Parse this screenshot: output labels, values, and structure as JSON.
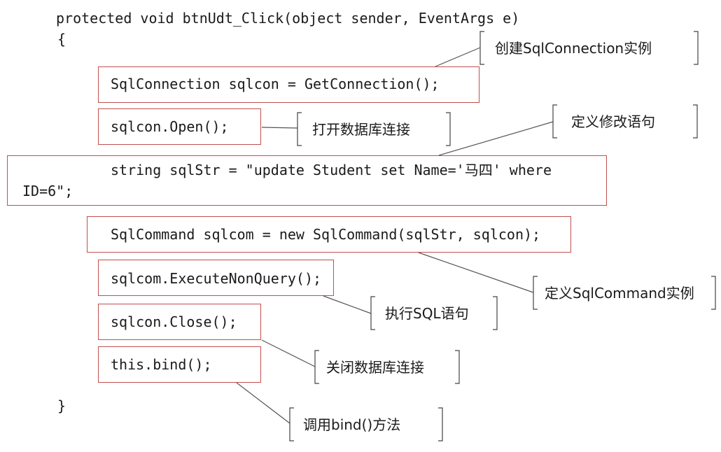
{
  "code": {
    "signature": "protected void btnUdt_Click(object sender, EventArgs e)",
    "open_brace": "{",
    "line_connection": "SqlConnection sqlcon = GetConnection();",
    "line_open": "sqlcon.Open();",
    "line_sqlstr_part1": "string sqlStr = \"update Student set Name='马四' where",
    "line_sqlstr_part2": "ID=6\";",
    "line_command": "SqlCommand sqlcom = new SqlCommand(sqlStr, sqlcon);",
    "line_execute": "sqlcom.ExecuteNonQuery();",
    "line_close": "sqlcon.Close();",
    "line_bind": "this.bind();",
    "close_brace": "}"
  },
  "callouts": {
    "create_connection": "创建SqlConnection实例",
    "open_connection": "打开数据库连接",
    "define_update": "定义修改语句",
    "define_command": "定义SqlCommand实例",
    "execute_sql": "执行SQL语句",
    "close_connection": "关闭数据库连接",
    "call_bind": "调用bind()方法"
  },
  "colors": {
    "box_border": "#c0504d",
    "leader_line": "#555555",
    "bracket": "#444444"
  }
}
